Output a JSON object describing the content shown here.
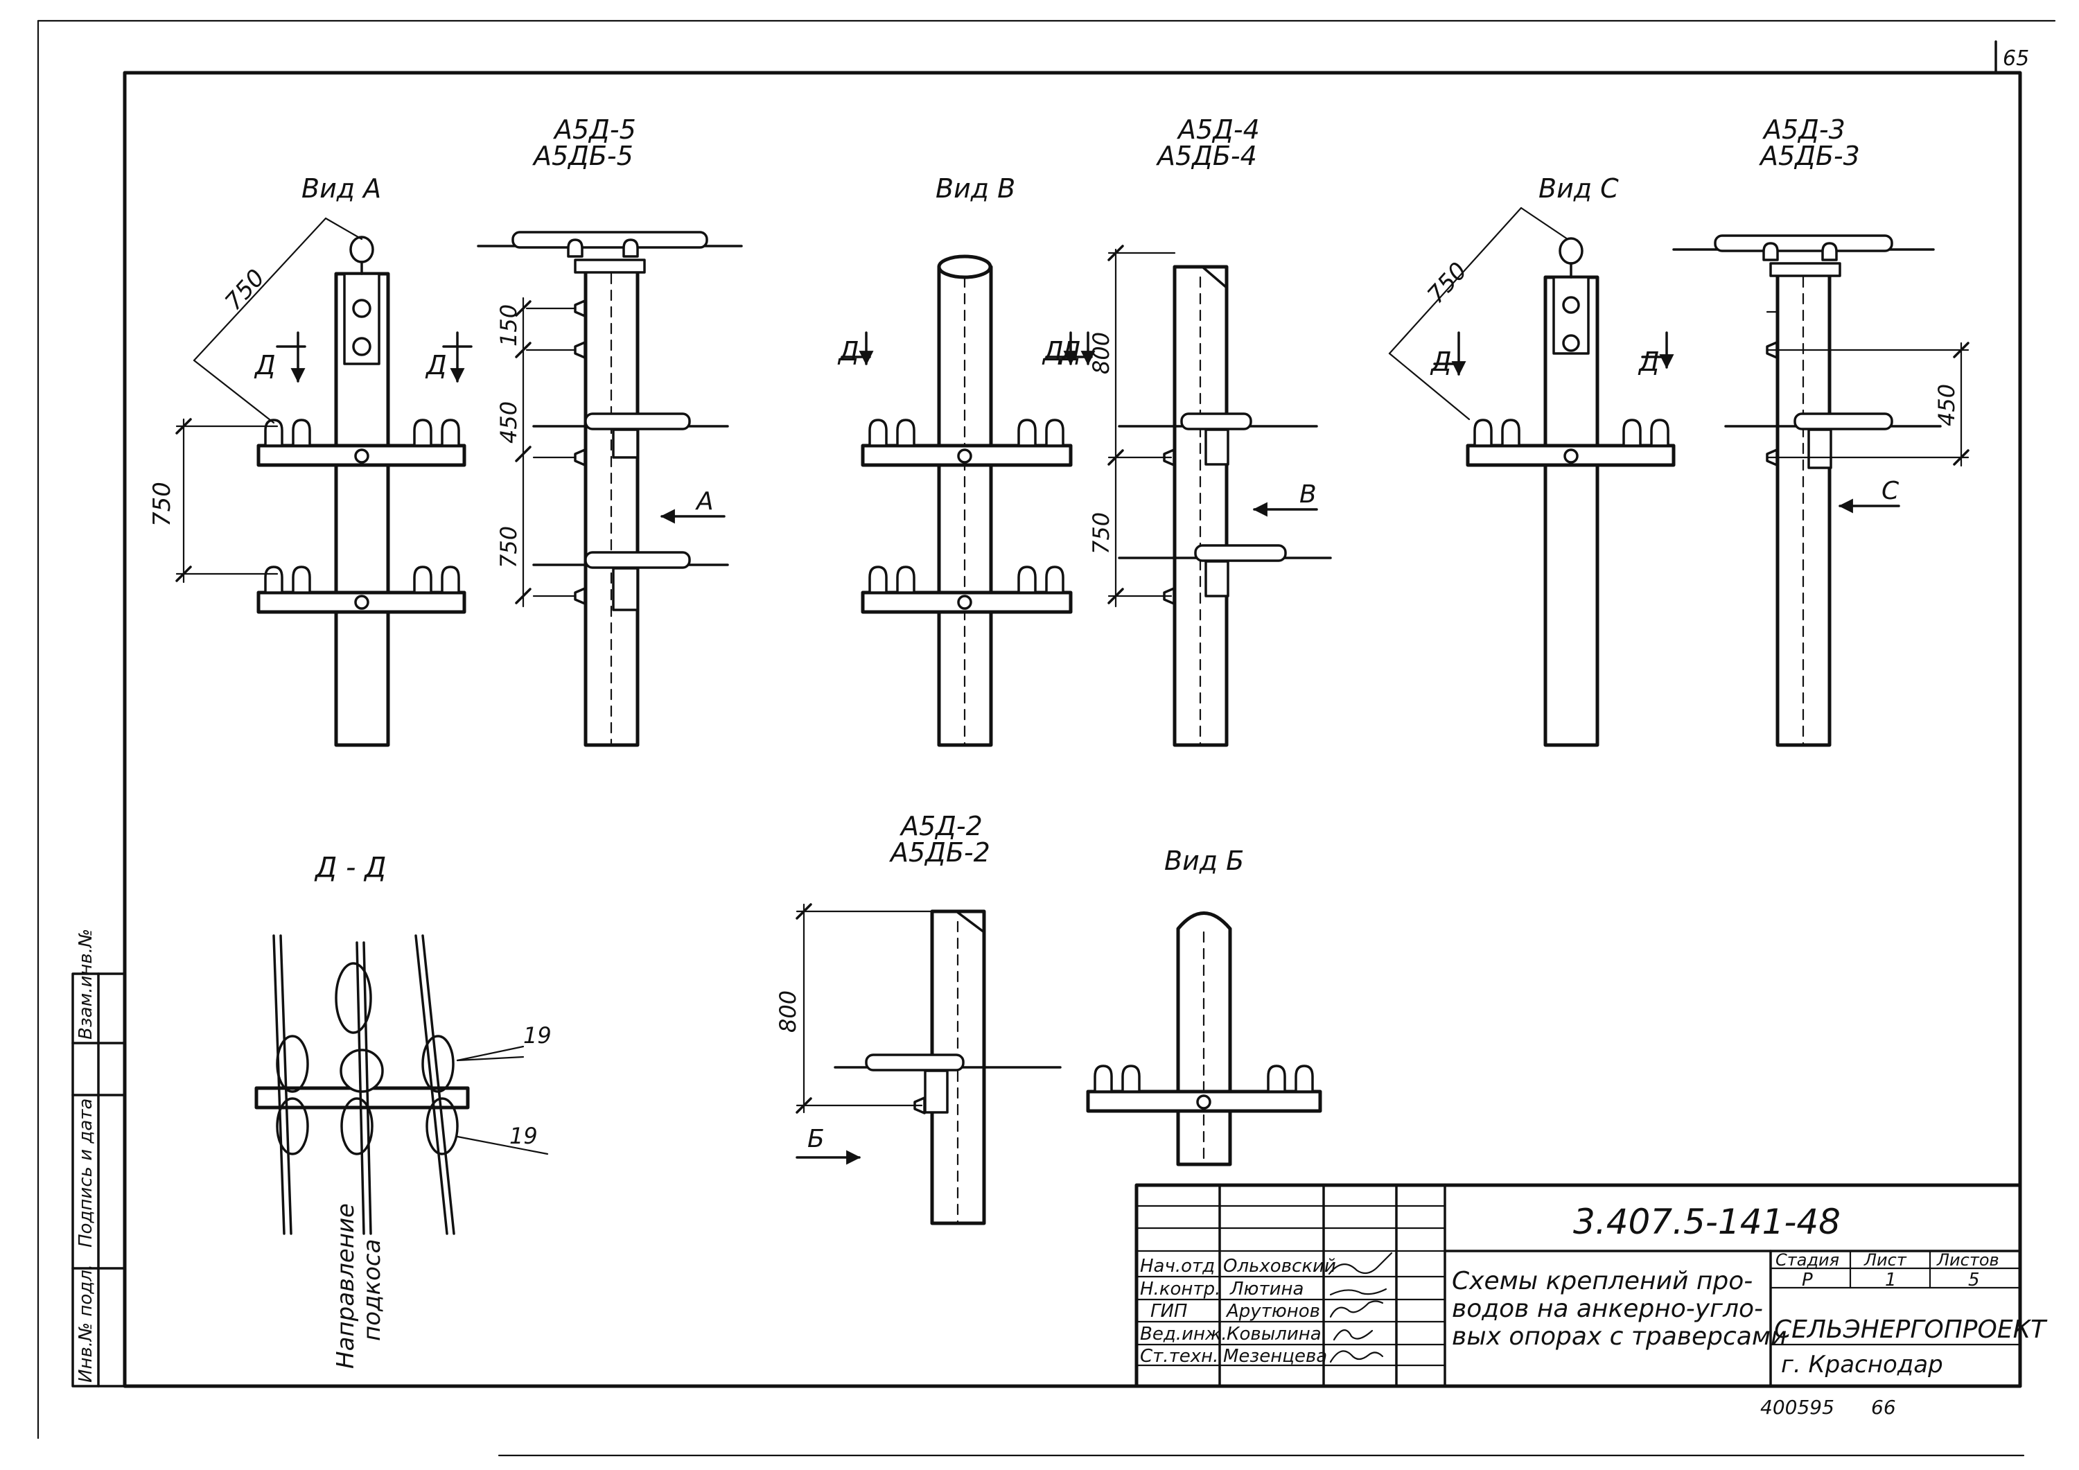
{
  "sheet": {
    "page_number": "65",
    "footer_number": "400595",
    "footer_number2": "66"
  },
  "views": {
    "a5d5": {
      "line1": "А5Д-5",
      "line2": "А5ДБ-5"
    },
    "vid_a": "Вид А",
    "vid_b_upper": "Вид В",
    "a5d4": {
      "line1": "А5Д-4",
      "line2": "А5ДБ-4"
    },
    "vid_c": "Вид С",
    "a5d3": {
      "line1": "А5Д-3",
      "line2": "А5ДБ-3"
    },
    "section_dd": "Д - Д",
    "a5d2": {
      "line1": "А5Д-2",
      "line2": "А5ДБ-2"
    },
    "vid_b_lower": "Вид Б"
  },
  "dimensions": {
    "d750": "750",
    "d150": "150",
    "d450": "450",
    "d800": "800"
  },
  "markers": {
    "d": "Д",
    "a": "А",
    "v": "В",
    "c": "С",
    "b": "Б",
    "pos19": "19"
  },
  "section_note": {
    "line1": "Направление",
    "line2": "подкоса"
  },
  "side_stamp": {
    "inv_podl": "Инв.№ подл.",
    "podpis_data": "Подпись и дата",
    "vzam_inv": "Взам.инв.№"
  },
  "title_block": {
    "designation": "3.407.5-141-48",
    "title_lines": [
      "Схемы креплений про-",
      "водов на анкерно-угло-",
      "вых опорах с траверсами"
    ],
    "roles": [
      "Нач.отд",
      "Н.контр.",
      "ГИП",
      "Вед.инж.",
      "Ст.техн."
    ],
    "names": [
      "Ольховский",
      "Лютина",
      "Арутюнов",
      "Ковылина",
      "Мезенцева"
    ],
    "stage_header": "Стадия",
    "sheet_header": "Лист",
    "sheets_header": "Листов",
    "stage": "Р",
    "sheet": "1",
    "sheets": "5",
    "org": "СЕЛЬЭНЕРГОПРОЕКТ",
    "city": "г. Краснодар"
  }
}
